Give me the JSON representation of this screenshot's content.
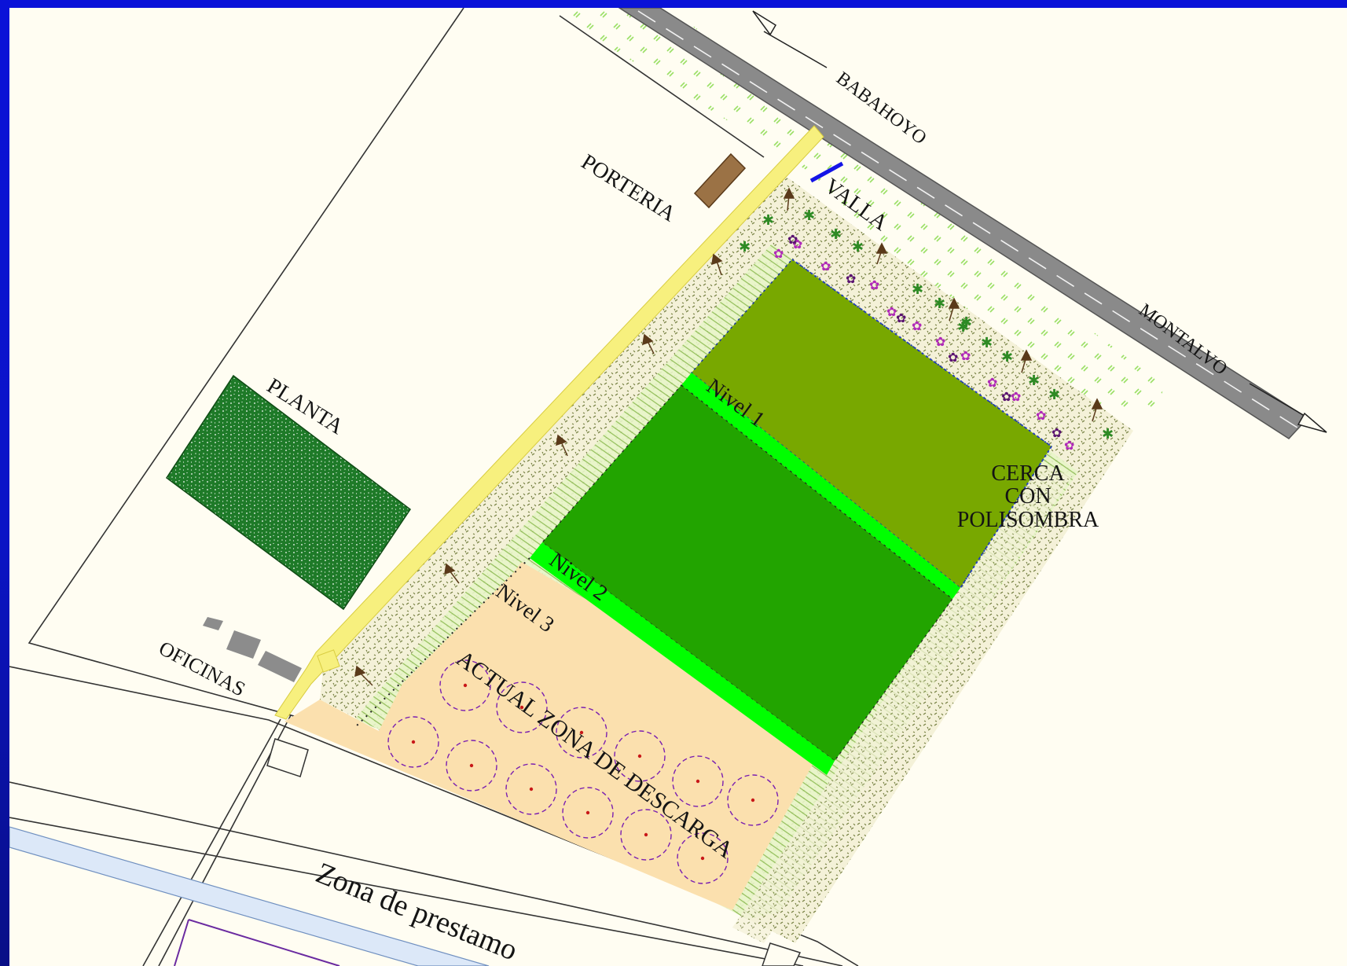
{
  "map": {
    "labels": {
      "road_name_1": "BABAHOYO",
      "road_name_2": "MONTALVO",
      "gatehouse": "PORTERIA",
      "fence": "VALLA",
      "plant": "PLANTA",
      "offices": "OFICINAS",
      "level_1": "Nivel 1",
      "level_2": "Nivel 2",
      "level_3": "Nivel 3",
      "unloading_zone": "ACTUAL ZONA DE DESCARGA",
      "shade_fence_line1": "CERCA",
      "shade_fence_line2": "CON",
      "shade_fence_line3": "POLISOMBRA",
      "loan_zone": "Zona de prestamo"
    },
    "colors": {
      "frame": "#0a12d8",
      "background": "#fffdf2",
      "road": "#8a8a8a",
      "level_1_fill": "#78a800",
      "level_2_fill": "#22a400",
      "level_separator": "#00ff00",
      "unloading_zone": "#fbe0ae",
      "plant_fill": "#1e7a28",
      "gatehouse_fill": "#9b7245",
      "walkway": "#f7f07e",
      "valve": "#1414e6",
      "tree_ring": "#7a1fb0"
    }
  }
}
